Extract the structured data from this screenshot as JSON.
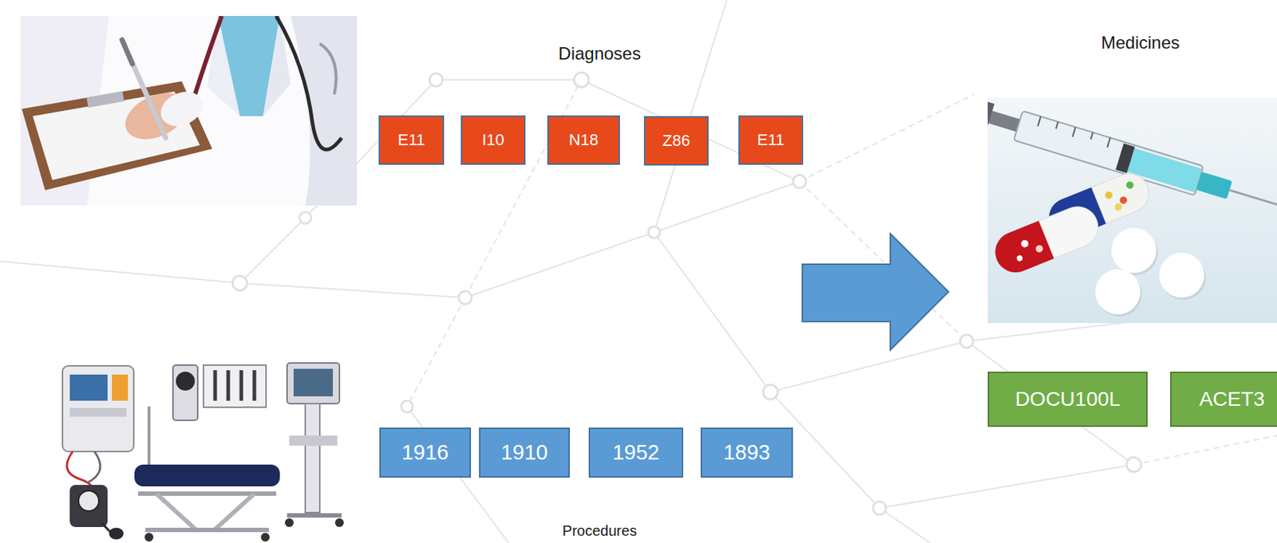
{
  "diagram": {
    "nodes": [
      {
        "text": [
          "E11"
        ]
      },
      {
        "text": [
          "I10"
        ]
      },
      {
        "text": [
          "N18"
        ]
      },
      {
        "text": [
          "Z86"
        ]
      },
      {
        "text": [
          "E11"
        ]
      },
      {
        "text": [
          "DOCU100L"
        ]
      },
      {
        "text": [
          "ACET3"
        ]
      },
      {
        "text": [
          "1916"
        ]
      },
      {
        "text": [
          "1910"
        ]
      },
      {
        "text": [
          "1952"
        ]
      },
      {
        "text": [
          "1893"
        ]
      }
    ],
    "labels": [
      "Diagnoses",
      "Medicines",
      "Procedures"
    ]
  }
}
